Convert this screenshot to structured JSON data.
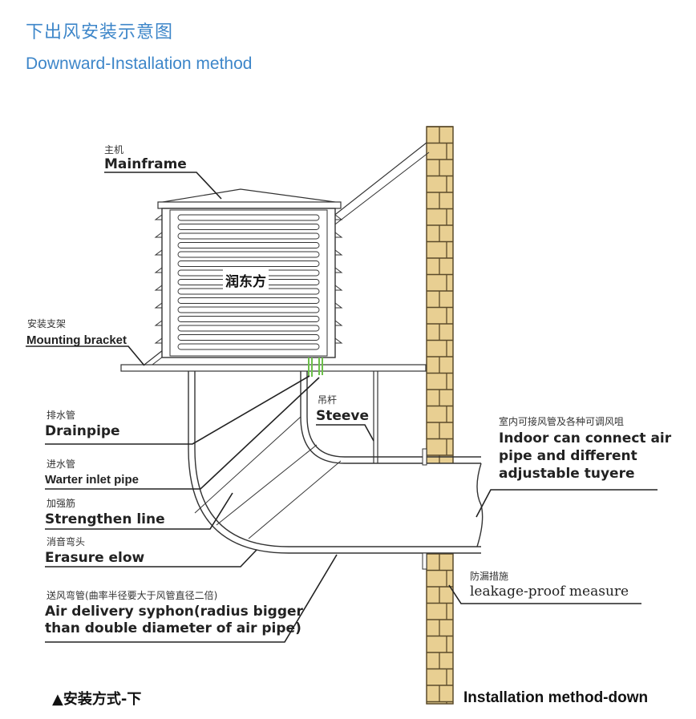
{
  "header": {
    "title_cn": "下出风安装示意图",
    "title_en": "Downward-Installation method"
  },
  "brand": "润东方",
  "labels": {
    "mainframe": {
      "cn": "主机",
      "en": "Mainframe"
    },
    "mounting_bracket": {
      "cn": "安装支架",
      "en": "Mounting bracket"
    },
    "drainpipe": {
      "cn": "排水管",
      "en": "Drainpipe"
    },
    "inlet_pipe": {
      "cn": "进水管",
      "en": "Warter inlet pipe"
    },
    "strengthen_line": {
      "cn": "加强筋",
      "en": "Strengthen line"
    },
    "erasure_elow": {
      "cn": "消音弯头",
      "en": "Erasure elow"
    },
    "air_syphon": {
      "cn": "送风弯管(曲率半径要大于风管直径二倍)",
      "en_line1": "Air delivery syphon(radius bigger",
      "en_line2": "than double diameter of air pipe)"
    },
    "steeve": {
      "cn": "吊杆",
      "en": "Steeve"
    },
    "indoor": {
      "cn": "室内可接风管及各种可调风咀",
      "en_line1": "Indoor can connect air",
      "en_line2": "pipe and different",
      "en_line3": "adjustable tuyere"
    },
    "leakage": {
      "cn": "防漏措施",
      "en": "leakage-proof measure"
    }
  },
  "footer": {
    "left": "▲安装方式-下",
    "right": "Installation method-down"
  },
  "colors": {
    "title": "#3d86c9",
    "brick": "#e8cf92",
    "brick_mortar": "#5a4a2a",
    "line": "#333333",
    "pipe_green": "#6cc04a"
  }
}
